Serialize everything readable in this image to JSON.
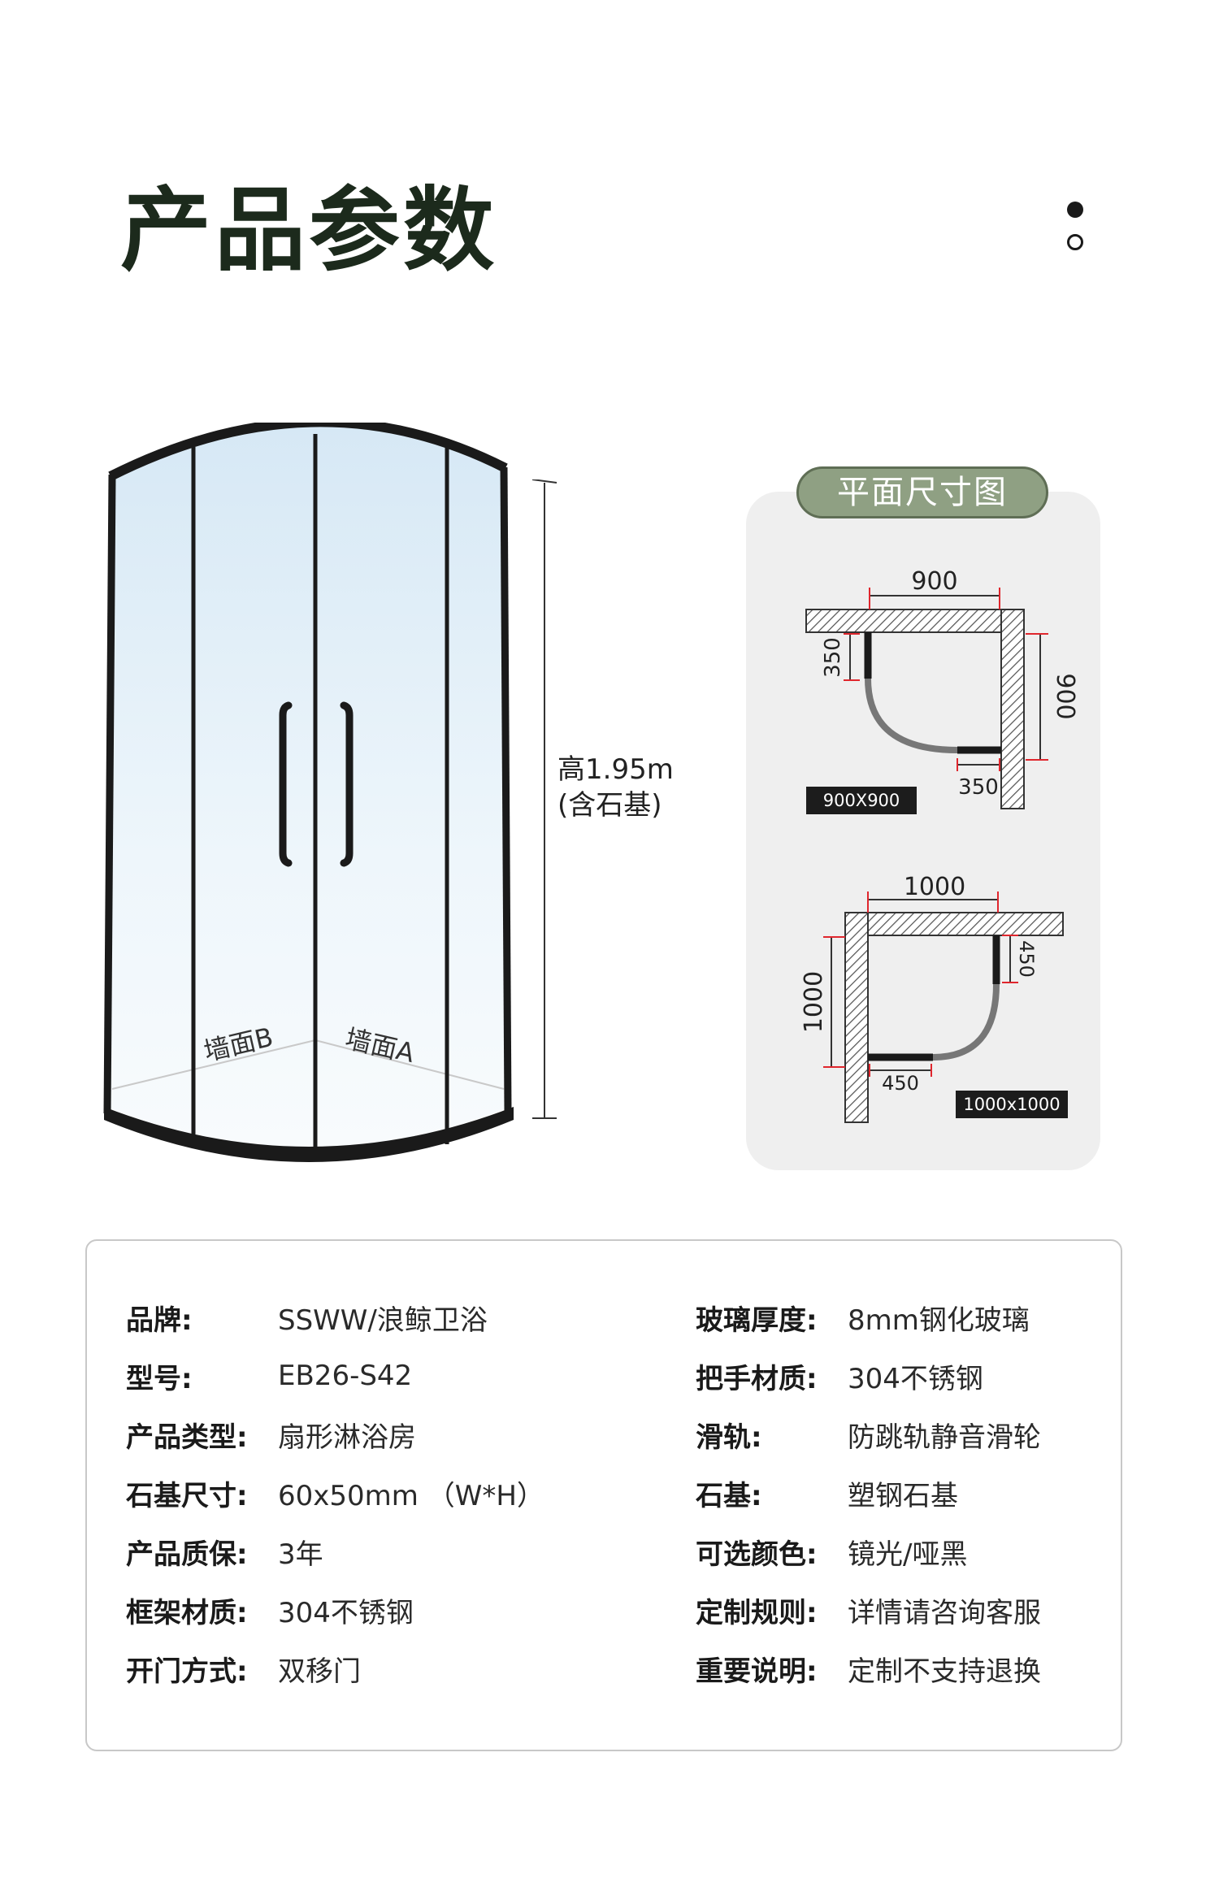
{
  "page": {
    "title": "产品参数",
    "indicators": {
      "count": 2,
      "active": 0
    }
  },
  "product_image": {
    "wall_b": "墙面B",
    "wall_a": "墙面A",
    "height_line1": "高1.95m",
    "height_line2": "(含石基)"
  },
  "plan": {
    "badge": "平面尺寸图",
    "diagram_1": {
      "width": "900",
      "depth": "900",
      "left_segment": "350",
      "bottom_segment": "350",
      "size_label": "900X900"
    },
    "diagram_2": {
      "width": "1000",
      "depth": "1000",
      "right_segment": "450",
      "bottom_segment": "450",
      "size_label": "1000x1000"
    }
  },
  "params": {
    "left": [
      {
        "label": "品牌:",
        "value": "SSWW/浪鲸卫浴"
      },
      {
        "label": "型号:",
        "value": "EB26-S42"
      },
      {
        "label": "产品类型:",
        "value": "扇形淋浴房"
      },
      {
        "label": "石基尺寸:",
        "value": "60x50mm （W*H）"
      },
      {
        "label": "产品质保:",
        "value": "3年"
      },
      {
        "label": "框架材质:",
        "value": "304不锈钢"
      },
      {
        "label": "开门方式:",
        "value": "双移门"
      }
    ],
    "right": [
      {
        "label": "玻璃厚度:",
        "value": "8mm钢化玻璃"
      },
      {
        "label": "把手材质:",
        "value": "304不锈钢"
      },
      {
        "label": "滑轨:",
        "value": "防跳轨静音滑轮"
      },
      {
        "label": "石基:",
        "value": "塑钢石基"
      },
      {
        "label": "可选颜色:",
        "value": "镜光/哑黑"
      },
      {
        "label": "定制规则:",
        "value": "详情请咨询客服"
      },
      {
        "label": "重要说明:",
        "value": "定制不支持退换"
      }
    ]
  }
}
